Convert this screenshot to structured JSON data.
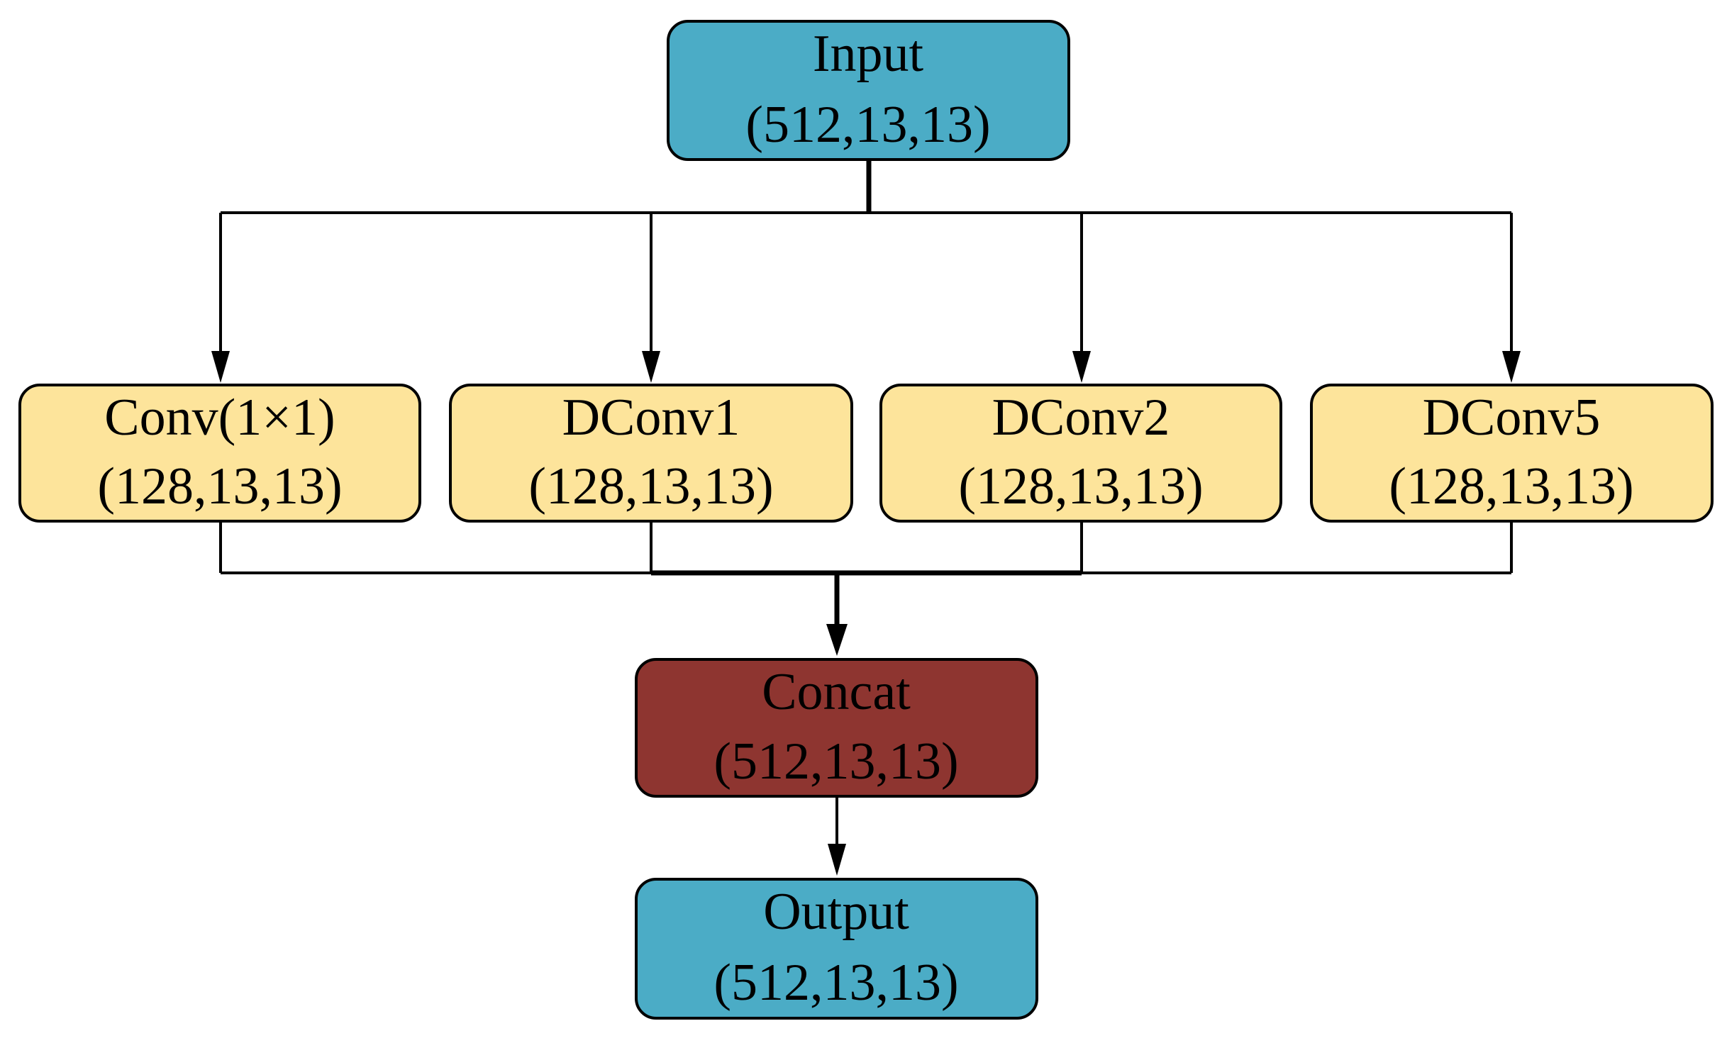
{
  "nodes": {
    "input": {
      "title": "Input",
      "shape": "(512,13,13)",
      "color": "#4BACC6"
    },
    "conv1x1": {
      "title": "Conv(1×1)",
      "shape": "(128,13,13)",
      "color": "#FDE49B"
    },
    "dconv1": {
      "title": "DConv1",
      "shape": "(128,13,13)",
      "color": "#FDE49B"
    },
    "dconv2": {
      "title": "DConv2",
      "shape": "(128,13,13)",
      "color": "#FDE49B"
    },
    "dconv5": {
      "title": "DConv5",
      "shape": "(128,13,13)",
      "color": "#FDE49B"
    },
    "concat": {
      "title": "Concat",
      "shape": "(512,13,13)",
      "color": "#8E3530"
    },
    "output": {
      "title": "Output",
      "shape": "(512,13,13)",
      "color": "#4BACC6"
    }
  },
  "edges": [
    {
      "from": "input",
      "to": "conv1x1"
    },
    {
      "from": "input",
      "to": "dconv1"
    },
    {
      "from": "input",
      "to": "dconv2"
    },
    {
      "from": "input",
      "to": "dconv5"
    },
    {
      "from": "conv1x1",
      "to": "concat"
    },
    {
      "from": "dconv1",
      "to": "concat"
    },
    {
      "from": "dconv2",
      "to": "concat"
    },
    {
      "from": "dconv5",
      "to": "concat"
    },
    {
      "from": "concat",
      "to": "output"
    }
  ]
}
